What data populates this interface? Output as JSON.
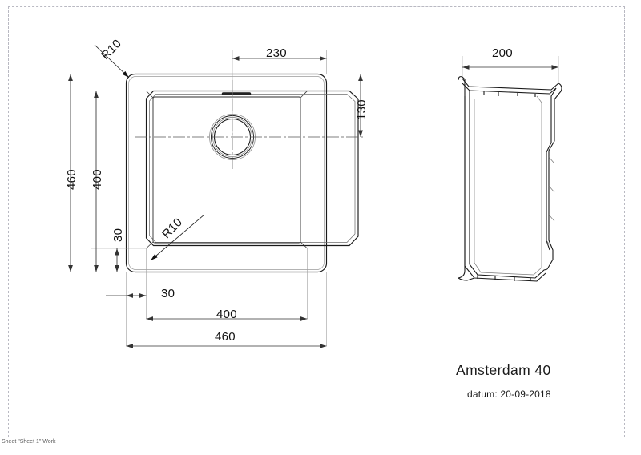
{
  "document": {
    "title": "Amsterdam 40",
    "date_label": "datum: 20-09-2018",
    "footer_note": "Sheet \"Sheet 1\" Work",
    "background_color": "#ffffff",
    "line_color": "#1a1a1a",
    "dim_line_color": "#444444",
    "frame_color": "#b9b9c2"
  },
  "views": {
    "plan": {
      "name": "top-view",
      "dimensions": {
        "outer_width": "460",
        "outer_height": "460",
        "bowl_width": "400",
        "bowl_height": "400",
        "rim_left": "30",
        "rim_bottom": "30",
        "drain_x": "230",
        "drain_y": "130",
        "corner_radius_outer": "R10",
        "corner_radius_inner": "R10"
      }
    },
    "side": {
      "name": "side-view",
      "dimensions": {
        "width": "200"
      }
    }
  },
  "labels": {
    "r10_outer": "R10",
    "r10_inner": "R10",
    "v_460": "460",
    "v_400": "400",
    "v_30": "30",
    "h_30": "30",
    "h_400": "400",
    "h_460": "460",
    "h_230": "230",
    "v_130": "130",
    "h_200": "200"
  }
}
